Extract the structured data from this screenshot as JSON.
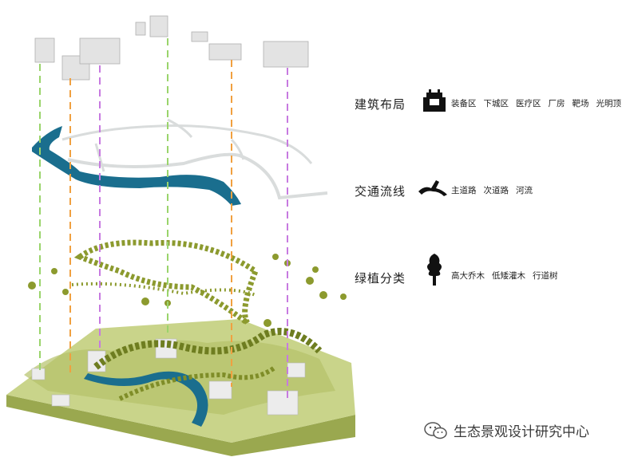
{
  "legend": [
    {
      "title": "建筑布局",
      "icon": "building-silhouette-icon",
      "items": [
        "装备区",
        "下城区",
        "医疗区",
        "厂房",
        "靶场",
        "光明顶"
      ]
    },
    {
      "title": "交通流线",
      "icon": "road-network-icon",
      "items": [
        "主道路",
        "次道路",
        "河流"
      ]
    },
    {
      "title": "绿植分类",
      "icon": "tree-silhouette-icon",
      "items": [
        "高大乔木",
        "低矮灌木",
        "行道树"
      ]
    }
  ],
  "watermark": {
    "text": "生态景观设计研究中心",
    "icon": "wechat-logo-icon"
  },
  "colors": {
    "river": "#1a6e8e",
    "road": "#d9dcdc",
    "vegetation": "#8c9a2e",
    "terrain": "#c9d48a",
    "building": "#ececec",
    "guide_green": "#9ad46b",
    "guide_orange": "#f0a040",
    "guide_purple": "#c77ae0"
  }
}
